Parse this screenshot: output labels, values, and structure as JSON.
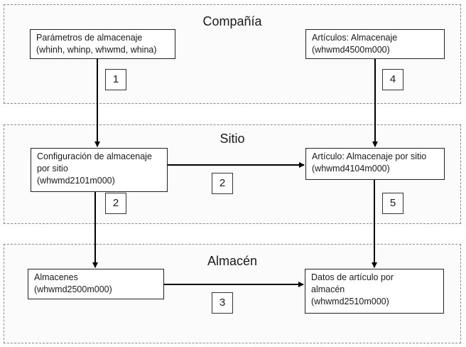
{
  "sections": {
    "company": {
      "title": "Compañía"
    },
    "site": {
      "title": "Sitio"
    },
    "warehouse": {
      "title": "Almacén"
    }
  },
  "boxes": {
    "storage_parameters": "Parámetros de almacenaje\n(whinh, whinp, whwmd, whina)",
    "items_storage": "Artículos: Almacenaje\n(whwmd4500m000)",
    "site_storage_config": "Configuración de almacenaje\npor sitio\n(whwmd2101m000)",
    "item_storage_by_site": "Artículo: Almacenaje por sitio\n(whwmd4104m000)",
    "warehouses": "Almacenes\n(whwmd2500m000)",
    "item_data_by_warehouse": "Datos de artículo por\nalmacén\n(whwmd2510m000)"
  },
  "steps": {
    "step_1": "1",
    "step_4": "4",
    "step_2_horizontal": "2",
    "step_2_vertical": "2",
    "step_5": "5",
    "step_3": "3"
  },
  "colors": {
    "arrow": "#000000",
    "section_border": "#8a8a8a",
    "box_border": "#222222"
  }
}
